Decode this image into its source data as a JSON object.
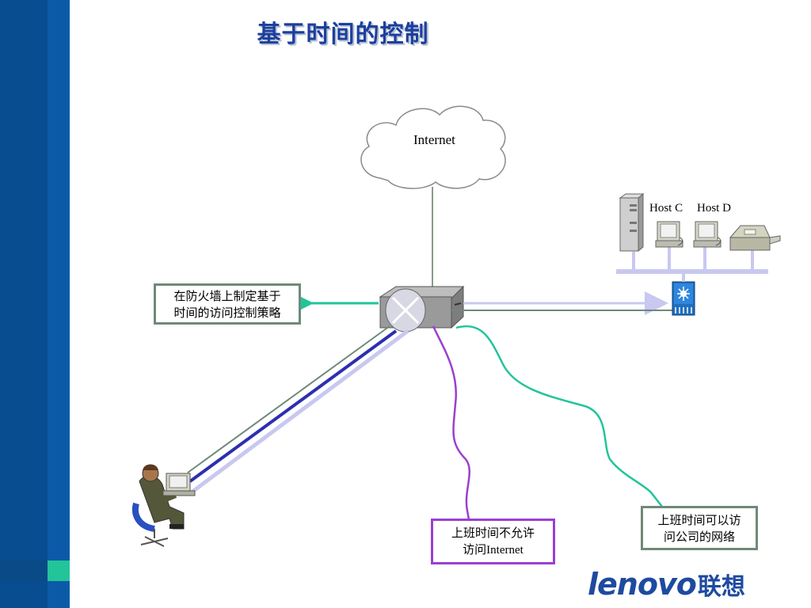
{
  "title": "基于时间的控制",
  "cloud_label": "Internet",
  "hosts": {
    "host_c": "Host C",
    "host_d": "Host D"
  },
  "policy_box": {
    "line1": "在防火墙上制定基于",
    "line2": "时间的访问控制策略"
  },
  "deny_box": {
    "line1": "上班时间不允许",
    "line2": "访问Internet"
  },
  "allow_box": {
    "line1": "上班时间可以访",
    "line2": "问公司的网络"
  },
  "logo": {
    "brand": "lenovo",
    "chinese": "联想"
  },
  "colors": {
    "sidebar_blue": "#0b5aa8",
    "title_blue": "#1c3f9e",
    "accent_green": "#22c49a",
    "purple": "#9b3fd0",
    "link_blue": "#2b2fb0",
    "light_blue": "#c8c8f0",
    "gray_green": "#6f8a78"
  },
  "icons": [
    "cloud-icon",
    "firewall-router-icon",
    "server-icon",
    "workstation-icon",
    "printer-icon",
    "switch-icon",
    "user-at-computer-icon"
  ]
}
